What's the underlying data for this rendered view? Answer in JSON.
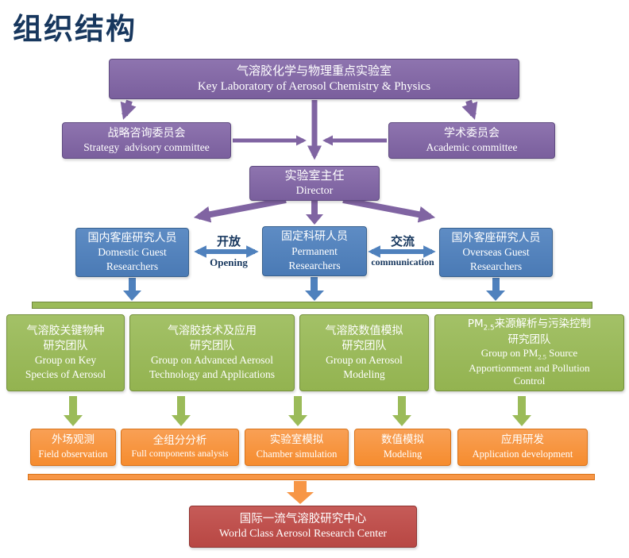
{
  "page_title": "组织结构",
  "colors": {
    "purple": "#8064A2",
    "blue": "#4F81BD",
    "green": "#9BBB59",
    "orange": "#F79646",
    "red": "#C0504D",
    "title_navy": "#17375E"
  },
  "boxes": {
    "lab": {
      "zh": "气溶胶化学与物理重点实验室",
      "en": "Key Laboratory of Aerosol Chemistry & Physics"
    },
    "strategy": {
      "zh": "战略咨询委员会",
      "en": "Strategy  advisory committee"
    },
    "academic": {
      "zh": "学术委员会",
      "en": "Academic committee"
    },
    "director": {
      "zh": "实验室主任",
      "en": "Director"
    },
    "domestic": {
      "zh": "国内客座研究人员",
      "en1": "Domestic Guest",
      "en2": "Researchers"
    },
    "permanent": {
      "zh": "固定科研人员",
      "en1": "Permanent",
      "en2": "Researchers"
    },
    "overseas": {
      "zh": "国外客座研究人员",
      "en1": "Overseas Guest",
      "en2": "Researchers"
    },
    "group1": {
      "zh1": "气溶胶关键物种",
      "zh2": "研究团队",
      "en1": "Group on Key",
      "en2": "Species of Aerosol"
    },
    "group2": {
      "zh1": "气溶胶技术及应用",
      "zh2": "研究团队",
      "en1": "Group on Advanced Aerosol",
      "en2": "Technology and Applications"
    },
    "group3": {
      "zh1": "气溶胶数值模拟",
      "zh2": "研究团队",
      "en1": "Group on Aerosol",
      "en2": "Modeling"
    },
    "group4": {
      "zh_pre": "PM",
      "zh_sub": "2.5",
      "zh_post": "来源解析与污染控制",
      "zh2": "研究团队",
      "en_pre": "Group on PM",
      "en_sub": "2.5",
      "en_post": " Source",
      "en2": "Apportionment and Pollution",
      "en3": "Control"
    },
    "tech1": {
      "zh": "外场观测",
      "en": "Field observation"
    },
    "tech2": {
      "zh": "全组分分析",
      "en": "Full components analysis"
    },
    "tech3": {
      "zh": "实验室模拟",
      "en": "Chamber simulation"
    },
    "tech4": {
      "zh": "数值模拟",
      "en": "Modeling"
    },
    "tech5": {
      "zh": "应用研发",
      "en": "Application development"
    },
    "goal": {
      "zh": "国际一流气溶胶研究中心",
      "en": "World Class Aerosol Research Center"
    }
  },
  "links": {
    "opening": {
      "zh": "开放",
      "en": "Opening"
    },
    "communication": {
      "zh": "交流",
      "en": "communication"
    }
  }
}
